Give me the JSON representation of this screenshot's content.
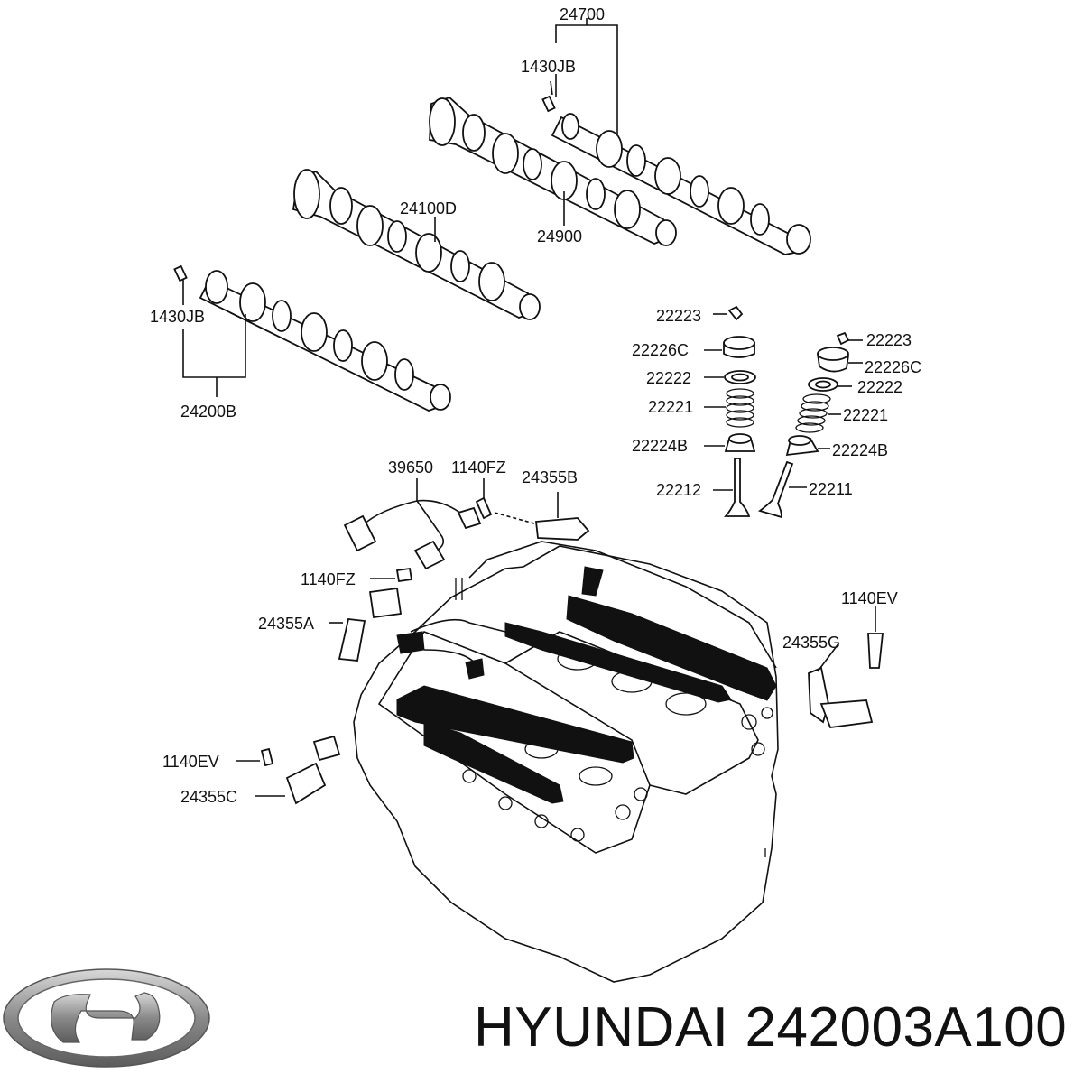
{
  "labels": {
    "p24700": "24700",
    "p1430JB_top": "1430JB",
    "p24100D": "24100D",
    "p24900": "24900",
    "p1430JB_left": "1430JB",
    "p24200B": "24200B",
    "p22223_a": "22223",
    "p22226C_a": "22226C",
    "p22222_a": "22222",
    "p22221_a": "22221",
    "p22224B_a": "22224B",
    "p22212": "22212",
    "p22223_b": "22223",
    "p22226C_b": "22226C",
    "p22222_b": "22222",
    "p22221_b": "22221",
    "p22224B_b": "22224B",
    "p22211": "22211",
    "p39650": "39650",
    "p1140FZ_top": "1140FZ",
    "p24355B": "24355B",
    "p1140FZ_mid": "1140FZ",
    "p24355A": "24355A",
    "p1140EV_right": "1140EV",
    "p24355G": "24355G",
    "p1140EV_left": "1140EV",
    "p24355C": "24355C"
  },
  "footer": {
    "brand": "HYUNDAI",
    "part_number": "242003A100"
  },
  "logo": {
    "name": "hyundai-logo-icon",
    "text": "H"
  },
  "colors": {
    "line": "#111111",
    "background": "#ffffff",
    "logo": "#8a8a8a"
  }
}
